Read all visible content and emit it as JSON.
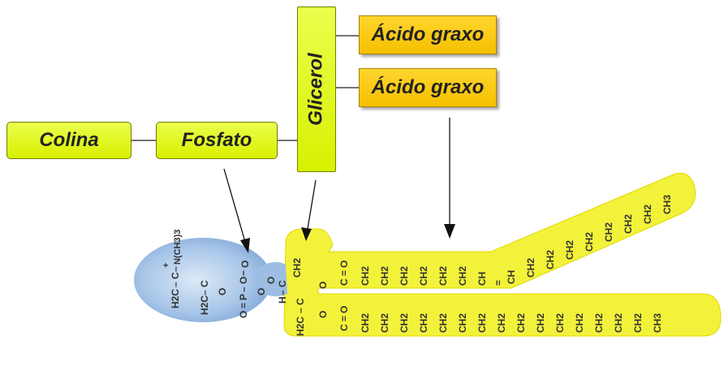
{
  "labels": {
    "colina": "Colina",
    "fosfato": "Fosfato",
    "glicerol": "Glicerol",
    "acido_graxo_1": "Ácido graxo",
    "acido_graxo_2": "Ácido graxo"
  },
  "formula": {
    "choline_group": "N(CH3)3",
    "phosphate": "P",
    "oxygen": "O",
    "hydrogen": "H",
    "carbon": "C",
    "h2c": "H2C",
    "ch2": "CH2",
    "ch": "CH",
    "ch3": "CH3",
    "charge_plus": "+",
    "charge_minus": "−",
    "dash": "–",
    "bond_single": "|",
    "bond_double": "="
  },
  "colors": {
    "head_blue": "#8fb4df",
    "tail_yellow": "#f3f23a",
    "box_lime": "#e3f81c",
    "box_gold": "#fcca12"
  }
}
